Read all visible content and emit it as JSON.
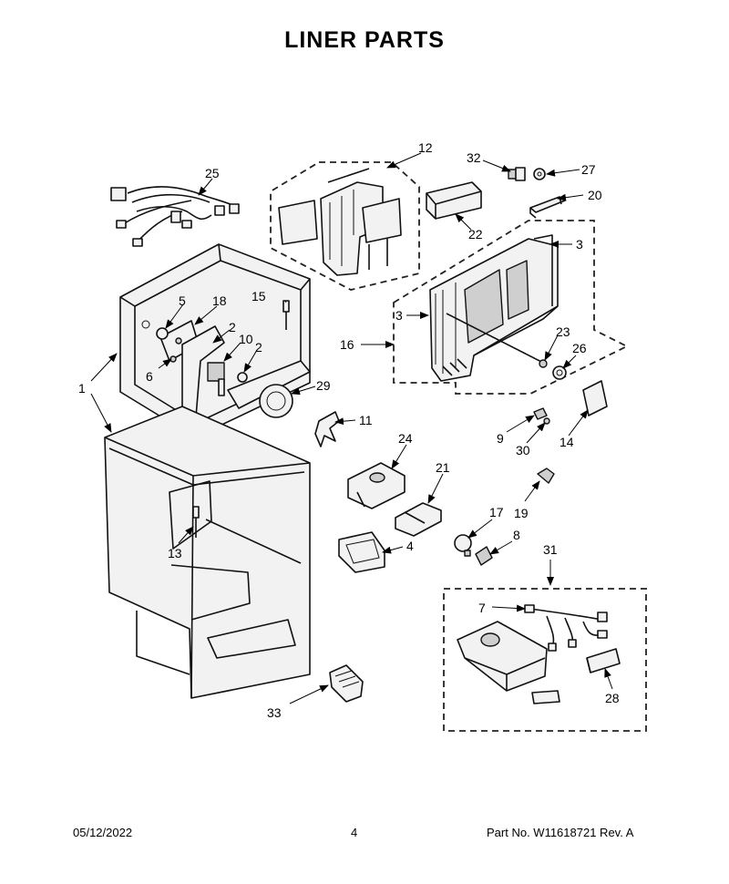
{
  "title": "LINER PARTS",
  "footer": {
    "date": "05/12/2022",
    "page": "4",
    "part_no": "Part No.  W11618721  Rev.  A"
  },
  "callouts": {
    "c1": "1",
    "c2a": "2",
    "c2b": "2",
    "c3a": "3",
    "c3b": "3",
    "c4": "4",
    "c5": "5",
    "c6": "6",
    "c7": "7",
    "c8": "8",
    "c9": "9",
    "c10": "10",
    "c11": "11",
    "c12": "12",
    "c13": "13",
    "c14": "14",
    "c15": "15",
    "c16": "16",
    "c17": "17",
    "c18": "18",
    "c19": "19",
    "c20": "20",
    "c21": "21",
    "c22": "22",
    "c23": "23",
    "c24": "24",
    "c25": "25",
    "c26": "26",
    "c27": "27",
    "c28": "28",
    "c29": "29",
    "c30": "30",
    "c31": "31",
    "c32": "32",
    "c33": "33"
  }
}
